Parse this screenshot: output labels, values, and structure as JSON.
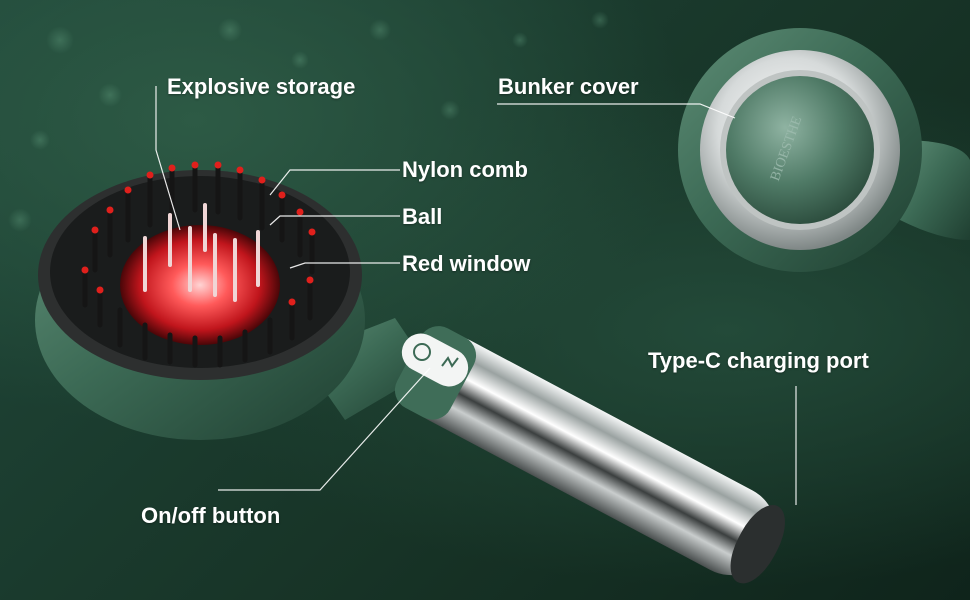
{
  "labels": {
    "explosive_storage": "Explosive storage",
    "bunker_cover": "Bunker cover",
    "nylon_comb": "Nylon comb",
    "ball": "Ball",
    "red_window": "Red window",
    "type_c_port": "Type-C charging port",
    "on_off_button": "On/off button"
  },
  "logo_text": "BIOESTHE",
  "colors": {
    "background": "#1d3a2e",
    "body_green": "#3c6a55",
    "chrome": "#d9dcdc",
    "bristle": "#1a1a1a",
    "bristle_tip": "#e0201c",
    "red_glow": "#ff3a3a"
  }
}
